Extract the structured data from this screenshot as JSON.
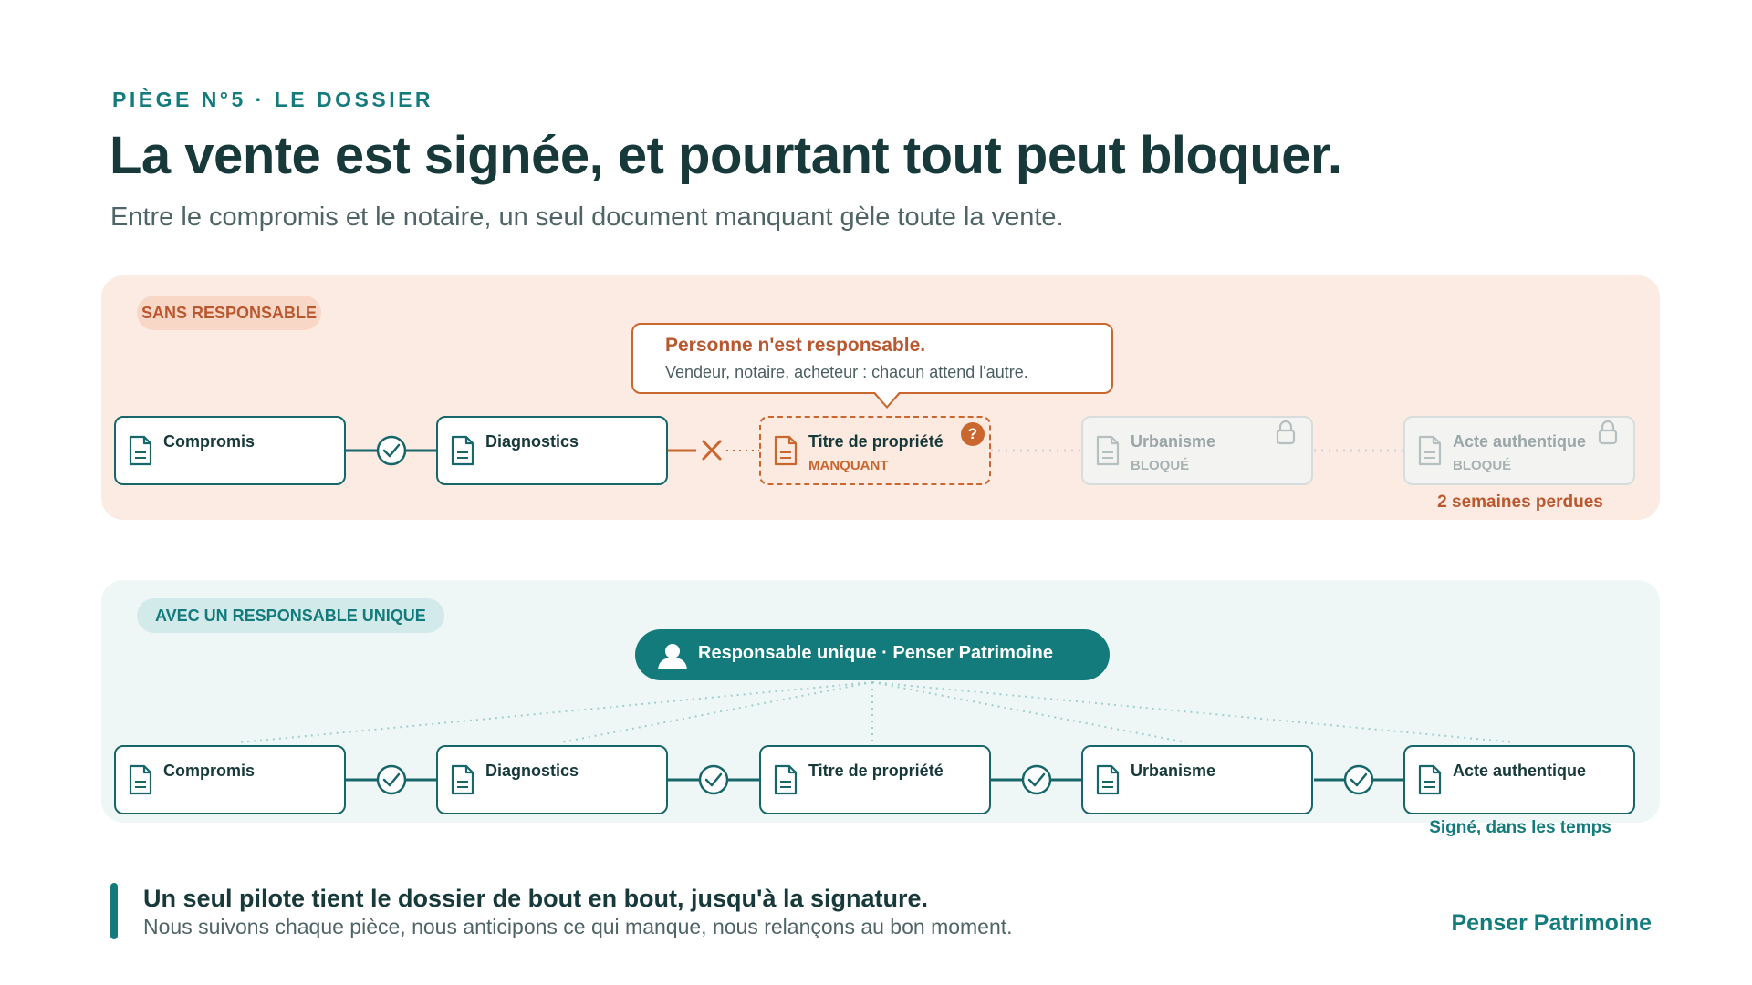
{
  "header": {
    "eyebrow": "PIÈGE N°5 · LE DOSSIER",
    "title": "La vente est signée, et pourtant tout peut bloquer.",
    "subtitle": "Entre le compromis et le notaire, un seul document manquant gèle toute la vente."
  },
  "without_owner": {
    "badge": "SANS RESPONSABLE",
    "callout": {
      "title": "Personne n'est responsable.",
      "text": "Vendeur, notaire, acheteur : chacun attend l'autre."
    },
    "steps": [
      {
        "label": "Compromis",
        "status": "done"
      },
      {
        "label": "Diagnostics",
        "status": "done"
      },
      {
        "label": "Titre de propriété",
        "status": "missing",
        "status_label": "MANQUANT",
        "marker": "?"
      },
      {
        "label": "Urbanisme",
        "status": "blocked",
        "status_label": "BLOQUÉ"
      },
      {
        "label": "Acte authentique",
        "status": "blocked",
        "status_label": "BLOQUÉ"
      }
    ],
    "note": "2 semaines perdues"
  },
  "with_owner": {
    "badge": "AVEC UN RESPONSABLE UNIQUE",
    "owner": "Responsable unique · Penser Patrimoine",
    "steps": [
      {
        "label": "Compromis",
        "status": "done"
      },
      {
        "label": "Diagnostics",
        "status": "done"
      },
      {
        "label": "Titre de propriété",
        "status": "done"
      },
      {
        "label": "Urbanisme",
        "status": "done"
      },
      {
        "label": "Acte authentique",
        "status": "done"
      }
    ],
    "note": "Signé, dans les temps"
  },
  "footer": {
    "title": "Un seul pilote tient le dossier de bout en bout, jusqu'à la signature.",
    "text": "Nous suivons chaque pièce, nous anticipons ce qui manque, nous relançons au bon moment.",
    "brand": "Penser Patrimoine"
  },
  "colors": {
    "teal": "#147b7c",
    "dark_teal": "#17676a",
    "ink": "#17393a",
    "orange": "#c9672f",
    "peach_bg": "#fcebe2",
    "mint_bg": "#eef7f6",
    "blocked_gray": "#d7dcdc"
  },
  "icons": [
    "document-icon",
    "check-icon",
    "cross-icon",
    "question-icon",
    "lock-icon",
    "person-icon"
  ]
}
